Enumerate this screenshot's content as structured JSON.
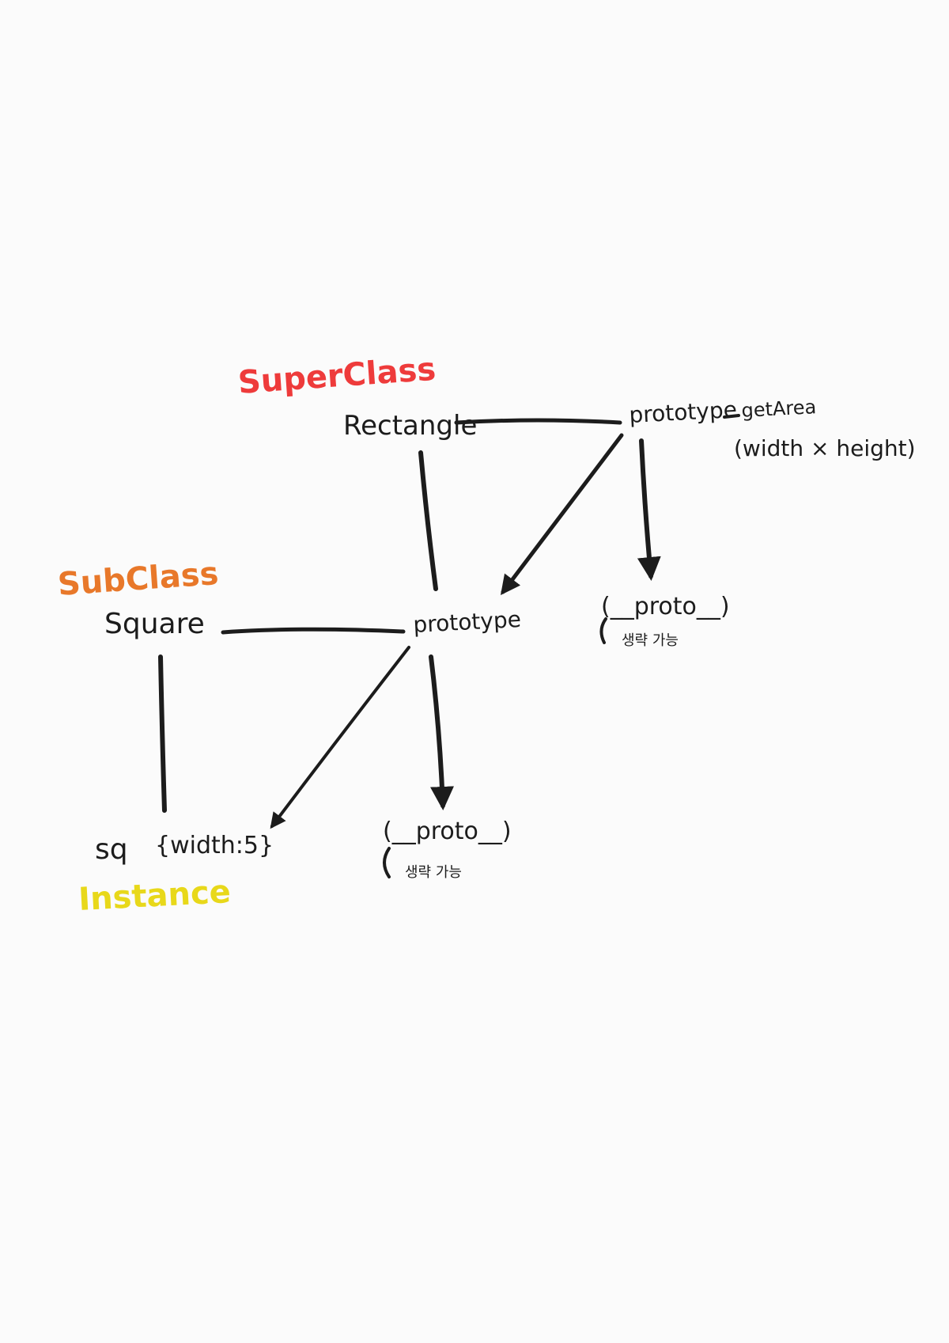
{
  "headings": {
    "superclass": "SuperClass",
    "subclass": "SubClass",
    "instance": "Instance"
  },
  "nodes": {
    "rectangle": "Rectangle",
    "rectangle_prototype": "prototype",
    "get_area": "getArea",
    "get_area_body": "(width × height)",
    "square": "Square",
    "square_prototype": "prototype",
    "sq": "sq",
    "sq_value": "{width:5}",
    "proto_ref_1": "(__proto__)",
    "proto_note_1": "생략 가능",
    "proto_ref_2": "(__proto__)",
    "proto_note_2": "생략 가능"
  },
  "colors": {
    "ink": "#1c1c1c",
    "superclass": "#ee3b3b",
    "subclass": "#e8782a",
    "instance": "#e8d81a",
    "background": "#fbfbfb"
  }
}
